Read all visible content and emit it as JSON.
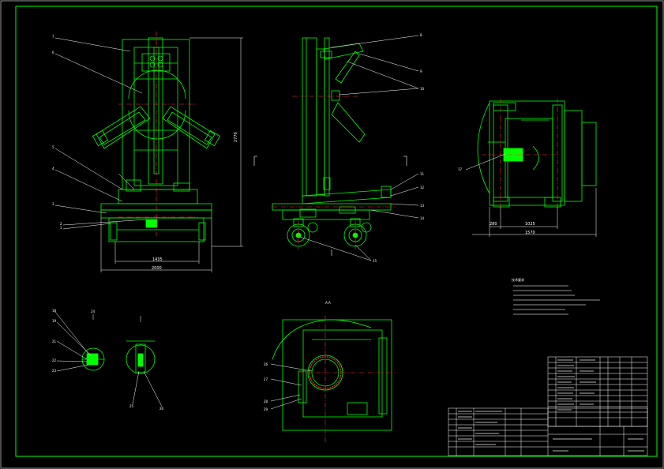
{
  "drawing": {
    "background": "#000000",
    "colors": {
      "line": "#00ff00",
      "center": "#ff3030",
      "text": "#ffffff",
      "leader": "#ffffff",
      "dim": "#ffffff"
    },
    "front_view": {
      "dims": {
        "height": "2770",
        "inner_width": "1435",
        "overall_width": "2000"
      }
    },
    "side_view": {
      "balloons": [
        "8",
        "9",
        "10",
        "11",
        "12",
        "13",
        "14",
        "15"
      ]
    },
    "top_view": {
      "dims": {
        "left": "280",
        "mid": "1025",
        "overall": "1570"
      },
      "balloons": [
        "17"
      ]
    },
    "section_view": {
      "title": "A-A",
      "balloons": [
        "26",
        "27",
        "28",
        "29"
      ]
    },
    "detail_views": {
      "left_balloons": [
        "18",
        "19",
        "21",
        "22",
        "23",
        "24"
      ],
      "right_balloons": [
        "25",
        "26"
      ]
    },
    "notes": {
      "title": "技术要求"
    }
  }
}
